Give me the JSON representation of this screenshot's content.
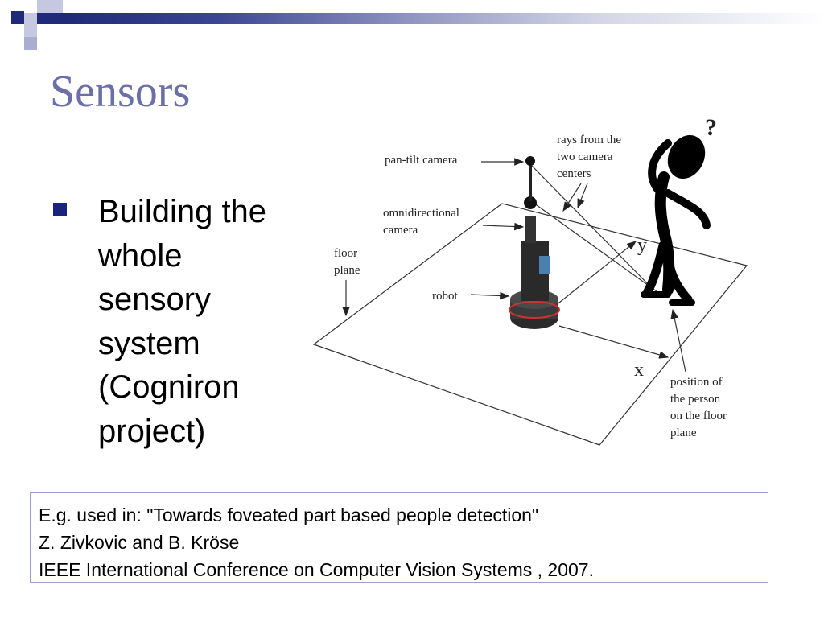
{
  "slide": {
    "title": "Sensors",
    "bullet_lines": [
      "Building the",
      "whole",
      "sensory",
      "system",
      "(Cogniron",
      "project)"
    ]
  },
  "figure": {
    "labels": {
      "pan_tilt_camera": "pan-tilt camera",
      "rays_line1": "rays from the",
      "rays_line2": "two camera",
      "rays_line3": "centers",
      "omni_line1": "omnidirectional",
      "omni_line2": "camera",
      "floor_line1": "floor",
      "floor_line2": "plane",
      "robot": "robot",
      "axis_y": "y",
      "axis_x": "x",
      "pos_line1": "position of",
      "pos_line2": "the person",
      "pos_line3": "on the floor",
      "pos_line4": "plane",
      "question_mark": "?"
    }
  },
  "citation": {
    "line1": "E.g. used in: \"Towards foveated part based people detection\"",
    "line2": "Z. Zivkovic and B. Kröse",
    "line3": "IEEE International Conference on Computer Vision Systems , 2007."
  },
  "colors": {
    "title": "#6a6fa8",
    "bullet": "#1a237e",
    "accent_dark": "#1f2a78",
    "box_border": "#9a9fc8"
  }
}
